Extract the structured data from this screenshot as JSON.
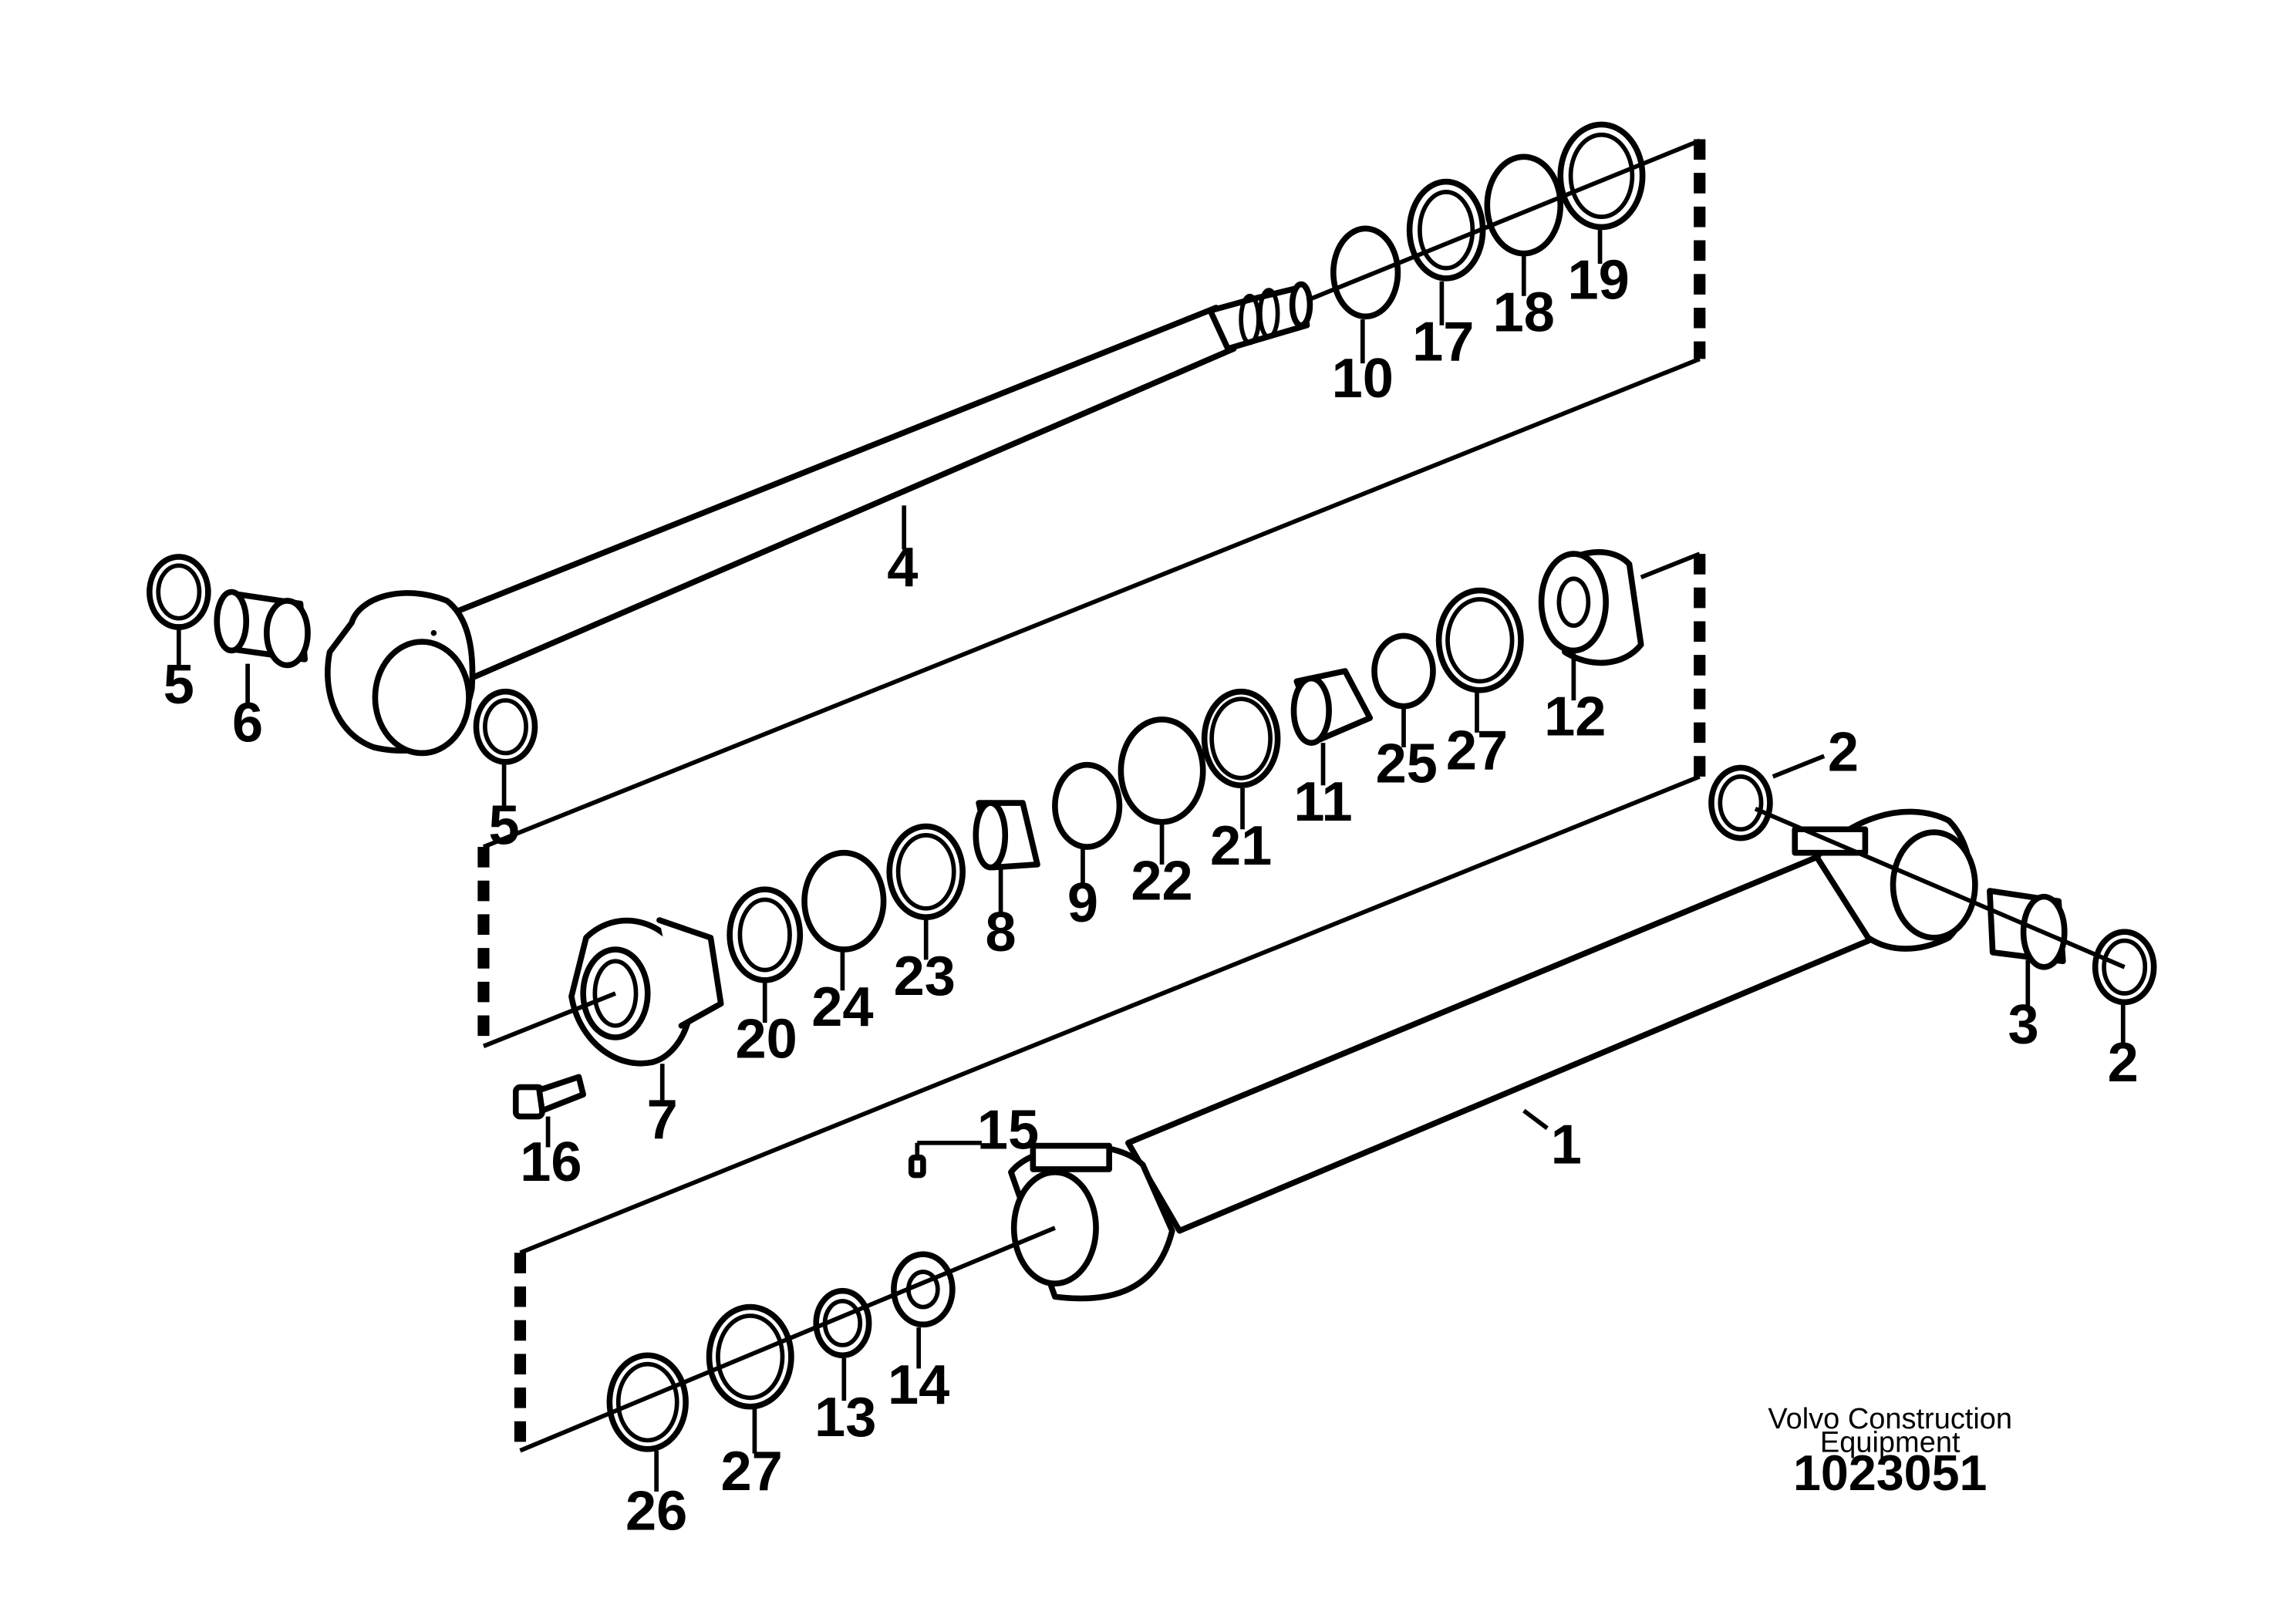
{
  "drawing": {
    "brand_line1": "Volvo Construction",
    "brand_line2": "Equipment",
    "reference_number": "1023051"
  },
  "callouts": [
    {
      "id": "c-1",
      "text": "1"
    },
    {
      "id": "c-2a",
      "text": "2"
    },
    {
      "id": "c-2b",
      "text": "2"
    },
    {
      "id": "c-3",
      "text": "3"
    },
    {
      "id": "c-4",
      "text": "4"
    },
    {
      "id": "c-5a",
      "text": "5"
    },
    {
      "id": "c-5b",
      "text": "5"
    },
    {
      "id": "c-6",
      "text": "6"
    },
    {
      "id": "c-7",
      "text": "7"
    },
    {
      "id": "c-8",
      "text": "8"
    },
    {
      "id": "c-9",
      "text": "9"
    },
    {
      "id": "c-10",
      "text": "10"
    },
    {
      "id": "c-11",
      "text": "11"
    },
    {
      "id": "c-12",
      "text": "12"
    },
    {
      "id": "c-13",
      "text": "13"
    },
    {
      "id": "c-14",
      "text": "14"
    },
    {
      "id": "c-15",
      "text": "15"
    },
    {
      "id": "c-16",
      "text": "16"
    },
    {
      "id": "c-17",
      "text": "17"
    },
    {
      "id": "c-18",
      "text": "18"
    },
    {
      "id": "c-19",
      "text": "19"
    },
    {
      "id": "c-20",
      "text": "20"
    },
    {
      "id": "c-21",
      "text": "21"
    },
    {
      "id": "c-22",
      "text": "22"
    },
    {
      "id": "c-23",
      "text": "23"
    },
    {
      "id": "c-24",
      "text": "24"
    },
    {
      "id": "c-25",
      "text": "25"
    },
    {
      "id": "c-26",
      "text": "26"
    },
    {
      "id": "c-27a",
      "text": "27"
    },
    {
      "id": "c-27b",
      "text": "27"
    }
  ]
}
